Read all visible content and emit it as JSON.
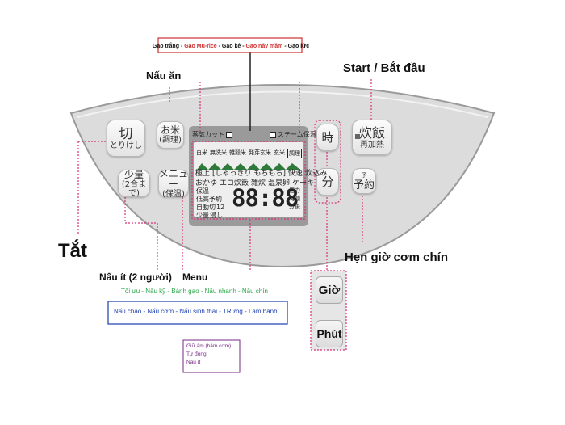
{
  "title_box": {
    "items": [
      {
        "text": "Gạo trắng",
        "color": "#111111"
      },
      {
        "text": " - ",
        "color": "#111111"
      },
      {
        "text": "Gạo Mu-rice",
        "color": "#d03030"
      },
      {
        "text": " - ",
        "color": "#111111"
      },
      {
        "text": "Gạo kê",
        "color": "#111111"
      },
      {
        "text": " - ",
        "color": "#111111"
      },
      {
        "text": "Gạo nảy mầm",
        "color": "#d03030"
      },
      {
        "text": " - ",
        "color": "#111111"
      },
      {
        "text": "Gạo lức",
        "color": "#111111"
      }
    ]
  },
  "labels": {
    "nau_an": "Nấu ăn",
    "start": "Start / Bắt đầu",
    "tat": "Tắt",
    "nau_it": "Nấu ít (2 người)",
    "menu": "Menu",
    "hen_gio": "Hẹn giờ cơm chín"
  },
  "buttons": {
    "kiri_top": "切",
    "kiri_bottom": "とりけし",
    "okome_top": "お米",
    "okome_bottom": "(調理)",
    "shoryo_top": "少量",
    "shoryo_bottom": "(2合まで)",
    "menu_top": "メニュー",
    "menu_bottom": "(保温)",
    "ji": "時",
    "fun": "分",
    "suihan_top": "炊飯",
    "suihan_bottom": "再加熱",
    "yoyaku_top": "予",
    "yoyaku_main": "予約"
  },
  "lcd": {
    "tag_left": "蒸気カット",
    "tag_right": "スチーム保温",
    "row1": [
      "白米",
      "無洗米",
      "雑穀米",
      "発芽玄米",
      "玄米",
      "調理"
    ],
    "row2": [
      "極上",
      "[しゃっきり",
      "もちもち]",
      "快速",
      "炊込み"
    ],
    "row3": [
      "おかゆ",
      "エコ炊飯",
      "雑炊",
      "温泉卵",
      "ケーキ"
    ],
    "left_col": [
      "保温",
      "低高予約",
      "自動切",
      "12",
      "少量",
      "浸し"
    ],
    "digits": "88:88",
    "right_col": [
      "圧力",
      "時間",
      "分後"
    ]
  },
  "side_buttons": {
    "gio": "Giờ",
    "phut": "Phút"
  },
  "legend_green": "Tối ưu - Nấu kỹ - Bánh gạo - Nấu nhanh - Nấu chín",
  "legend_blue": "Nấu cháo - Nấu cơm - Nấu sinh thải - TRứng - Làm bánh",
  "legend_purple": [
    "Giữ ấm (hâm cơm)",
    "Tự động",
    "Nấu ít"
  ],
  "colors": {
    "pink": "#d6337a",
    "red": "#d03030",
    "green": "#2aa84a",
    "blue": "#1a3cb0",
    "purple": "#7a2a8a",
    "panel": "#dcdcdc"
  }
}
